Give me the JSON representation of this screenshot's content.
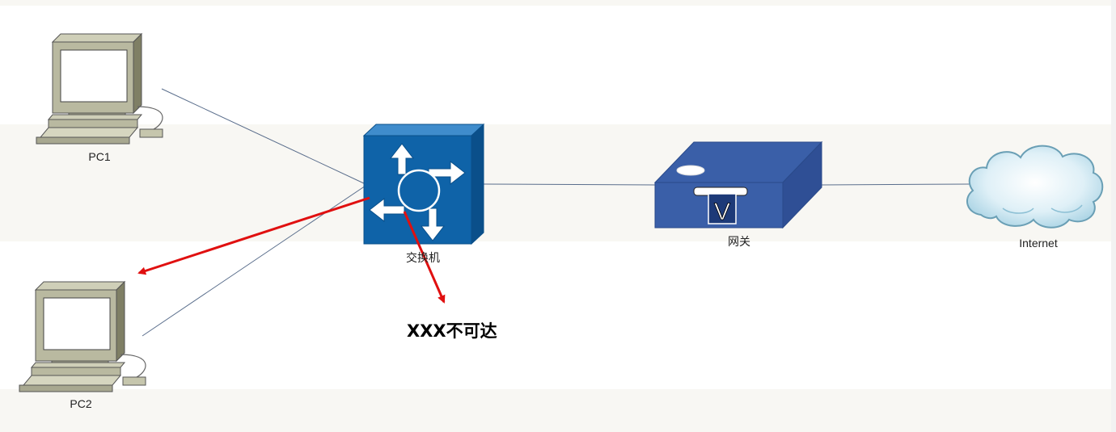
{
  "nodes": {
    "pc1": {
      "label": "PC1",
      "icon": "desktop-computer-icon"
    },
    "pc2": {
      "label": "PC2",
      "icon": "desktop-computer-icon"
    },
    "switch": {
      "label": "交换机",
      "icon": "switch-icon"
    },
    "gateway": {
      "label": "网关",
      "icon": "voice-gateway-icon"
    },
    "internet": {
      "label": "Internet",
      "icon": "cloud-icon"
    }
  },
  "annotation": {
    "text": "XXX不可达"
  },
  "colors": {
    "link": "#5a6e8c",
    "error_arrow": "#e01010",
    "switch_face": "#0f63a8",
    "gateway_face": "#3a5fa8",
    "band": "#f8f7f3"
  }
}
